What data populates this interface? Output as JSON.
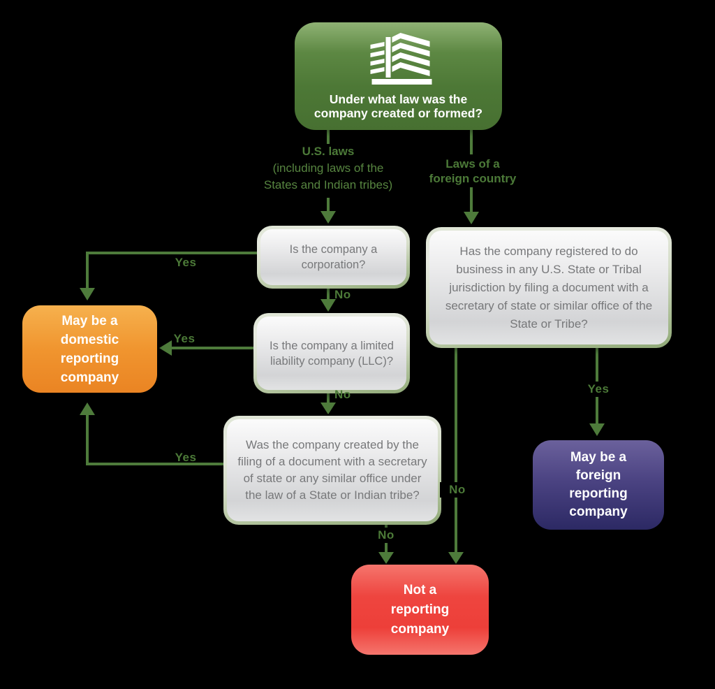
{
  "root": {
    "question": "Under what law was the company created or formed?",
    "icon": "building-icon"
  },
  "branches": {
    "us": {
      "title": "U.S. laws",
      "subtitle": "(including laws of the States and Indian tribes)"
    },
    "foreign": {
      "title": "Laws of a foreign country"
    }
  },
  "questions": {
    "corporation": "Is the company a corporation?",
    "llc": "Is the company a limited liability company (LLC)?",
    "filing": "Was the company created by the filing of a document with a secretary of state or any similar office under the law of a State or Indian tribe?",
    "foreign_registration": "Has the company registered to do business in any U.S. State or Tribal jurisdiction by filing a document with a secretary of state or similar office of the State or Tribe?"
  },
  "outcomes": {
    "domestic": "May be a domestic reporting company",
    "foreign": "May be a foreign reporting company",
    "not_reporting": "Not a reporting company"
  },
  "edge_labels": {
    "yes": "Yes",
    "no": "No"
  },
  "colors": {
    "background": "#000000",
    "connector_green": "#4E7B3B",
    "label_green": "#4C7A38",
    "root_green_top": "#8FB274",
    "root_green_bottom": "#477031",
    "question_text_gray": "#77787A",
    "question_border_sage": "#8FA877",
    "domestic_orange_top": "#F6B14E",
    "domestic_orange_bottom": "#EA8423",
    "foreign_purple_top": "#6B619C",
    "foreign_purple_bottom": "#2C2964",
    "not_reporting_red": "#EE453F"
  }
}
